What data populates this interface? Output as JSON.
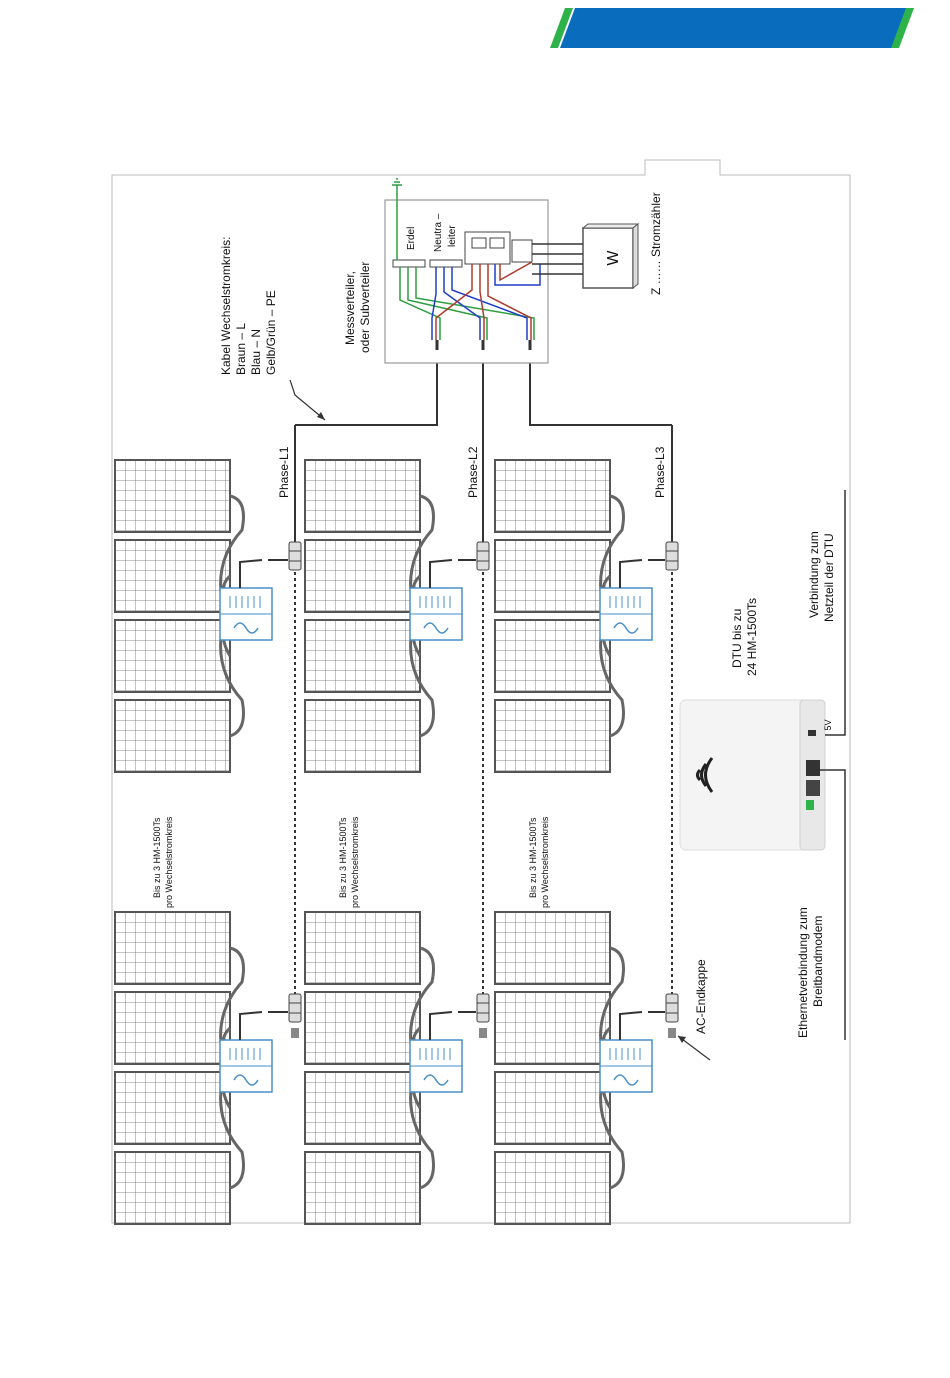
{
  "colors": {
    "header_blue": "#0a6cbd",
    "header_green": "#2db34a",
    "wire_brown": "#b03a2e",
    "wire_blue": "#1f3ec9",
    "wire_green": "#2e9e40",
    "panel_stroke": "#555555",
    "inverter_stroke": "#4a8fc9"
  },
  "labels": {
    "cable_title": "Kabel Wechselstromkreis:",
    "cable_l": "Braun – L",
    "cable_n": "Blau – N",
    "cable_pe": "Gelb/Grün – PE",
    "distributor_1": "Messverteiler,",
    "distributor_2": "oder Subverteiler",
    "erdel": "Erdel",
    "neutral_1": "Neutra –",
    "neutral_2": "leiter",
    "meter_symbol": "W",
    "meter_label": "Z …… Stromzähler",
    "phase_l1": "Phase-L1",
    "phase_l2": "Phase-L2",
    "phase_l3": "Phase-L3",
    "branch_note_1": "Bis zu 3 HM-1500Ts",
    "branch_note_2": "pro Wechselstromkreis",
    "dtu_1": "DTU bis zu",
    "dtu_2": "24 HM-1500Ts",
    "power_1": "Verbindung zum",
    "power_2": "Netzteil der DTU",
    "dtu_port": "5V",
    "ethernet_1": "Ethernetverbindung zum",
    "ethernet_2": "Breitbandmodem",
    "endcap": "AC-Endkappe"
  }
}
